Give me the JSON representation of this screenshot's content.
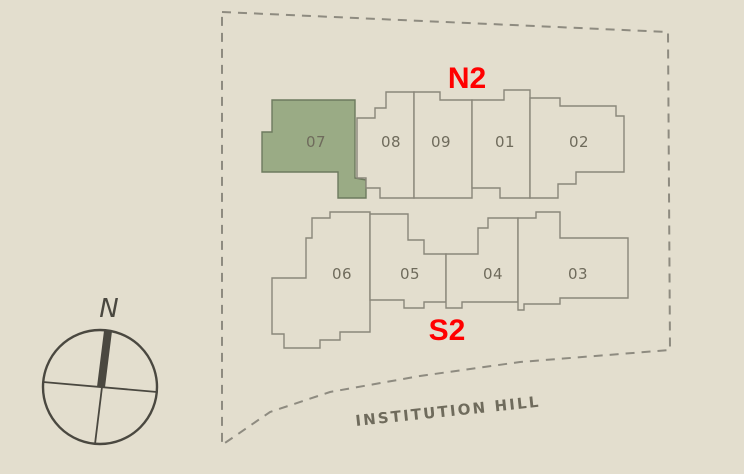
{
  "map": {
    "blocks": {
      "north": "N2",
      "south": "S2"
    },
    "units_north": [
      "07",
      "08",
      "09",
      "01",
      "02"
    ],
    "units_south": [
      "06",
      "05",
      "04",
      "03"
    ],
    "highlighted_unit": "07",
    "road_name": "INSTITUTION HILL",
    "compass": {
      "label": "N"
    }
  },
  "colors": {
    "background": "#e3dece",
    "highlight": "#9aab85",
    "block_label": "#ff0000",
    "outline": "#8a877a"
  }
}
